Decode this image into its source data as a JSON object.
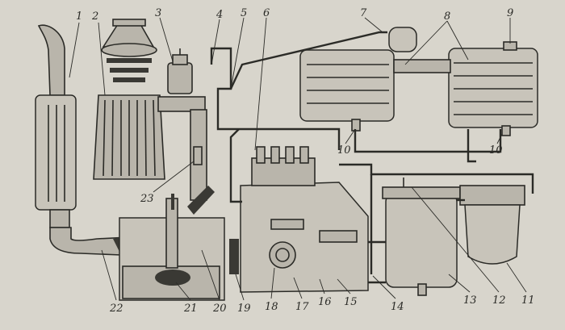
{
  "callouts": {
    "c1": "1",
    "c2": "2",
    "c3": "3",
    "c4": "4",
    "c5": "5",
    "c6": "6",
    "c7": "7",
    "c8": "8",
    "c9": "9",
    "c10a": "10",
    "c10b": "10",
    "c11": "11",
    "c12": "12",
    "c13": "13",
    "c14": "14",
    "c15": "15",
    "c16": "16",
    "c17": "17",
    "c18": "18",
    "c19": "19",
    "c20": "20",
    "c21": "21",
    "c22": "22",
    "c23": "23"
  },
  "colors": {
    "paper": "#d8d5cc",
    "ink": "#2b2b27",
    "shade": "#3a3934"
  }
}
